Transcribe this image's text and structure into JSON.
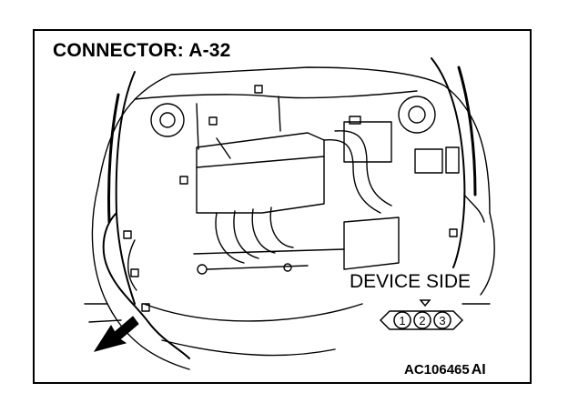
{
  "diagram": {
    "title": "CONNECTOR: A-32",
    "device_label": "DEVICE SIDE",
    "figure_code": "AC106465",
    "figure_suffix": "AI",
    "connector_pins": [
      "1",
      "2",
      "3"
    ]
  }
}
